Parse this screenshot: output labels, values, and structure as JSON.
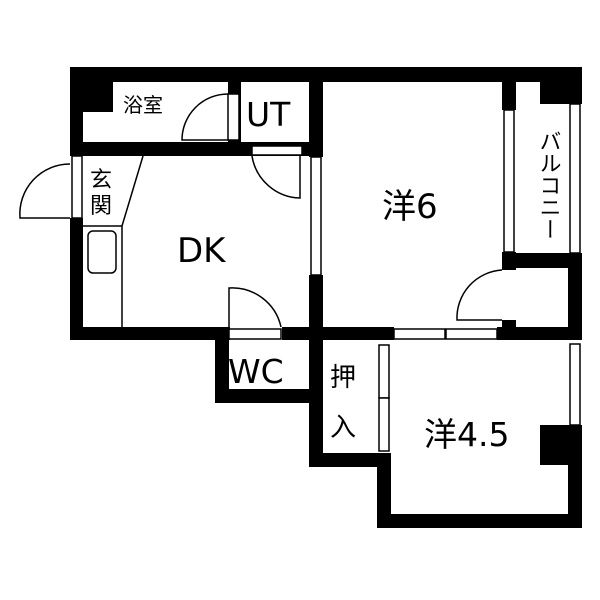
{
  "floorplan": {
    "rooms": {
      "bath": {
        "label": "浴室"
      },
      "utility": {
        "label": "UT"
      },
      "entrance": {
        "label_line1": "玄",
        "label_line2": "関"
      },
      "dining_kitchen": {
        "label": "DK"
      },
      "western_room_1": {
        "label": "洋6"
      },
      "balcony": {
        "label": "バルコニー"
      },
      "toilet": {
        "label": "WC"
      },
      "closet": {
        "label_line1": "押",
        "label_line2": "入"
      },
      "western_room_2": {
        "label": "洋4.5"
      }
    },
    "colors": {
      "wall": "#000000",
      "floor": "#ffffff"
    }
  }
}
